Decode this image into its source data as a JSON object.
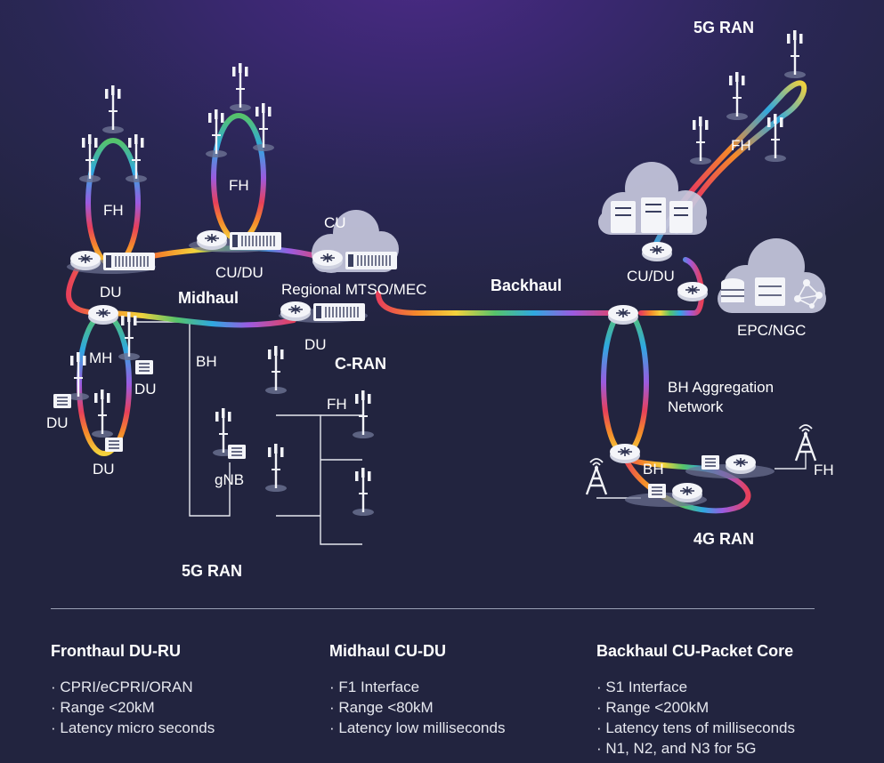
{
  "diagram": {
    "labels": {
      "ran_5g_top": "5G RAN",
      "fh_top_right": "FH",
      "fh_left_1": "FH",
      "fh_left_2": "FH",
      "du_left": "DU",
      "cudu_mid": "CU/DU",
      "midhaul": "Midhaul",
      "cu": "CU",
      "regional": "Regional MTSO/MEC",
      "backhaul": "Backhaul",
      "cudu_right": "CU/DU",
      "epc": "EPC/NGC",
      "mh": "MH",
      "du_mh_right": "DU",
      "du_mh_left": "DU",
      "du_mh_bottom": "DU",
      "bh_left": "BH",
      "gnb": "gNB",
      "du_cran": "DU",
      "cran": "C-RAN",
      "fh_cran": "FH",
      "ran_5g_bottom": "5G RAN",
      "bh_aggregation": "BH Aggregation\nNetwork",
      "bh_right": "BH",
      "fh_right": "FH",
      "ran_4g": "4G RAN"
    }
  },
  "legend": [
    {
      "title": "Fronthaul DU-RU",
      "items": [
        "· CPRI/eCPRI/ORAN",
        "· Range <20kM",
        "· Latency micro seconds"
      ]
    },
    {
      "title": "Midhaul CU-DU",
      "items": [
        "· F1 Interface",
        "· Range <80kM",
        "· Latency low milliseconds"
      ]
    },
    {
      "title": "Backhaul CU-Packet Core",
      "items": [
        "· S1 Interface",
        "· Range <200kM",
        "· Latency tens of milliseconds",
        "· N1, N2, and N3 for 5G"
      ]
    }
  ],
  "colors": {
    "spectrum": [
      "#e8405a",
      "#f58a2a",
      "#f3d23c",
      "#56c36a",
      "#2fa8e0",
      "#3b7de0",
      "#9b5be0",
      "#e8405a"
    ],
    "background_top": "#4b2a86",
    "background_bottom": "#22243f",
    "device": "#f2f3f7",
    "cloud": "#c9cbe0"
  }
}
